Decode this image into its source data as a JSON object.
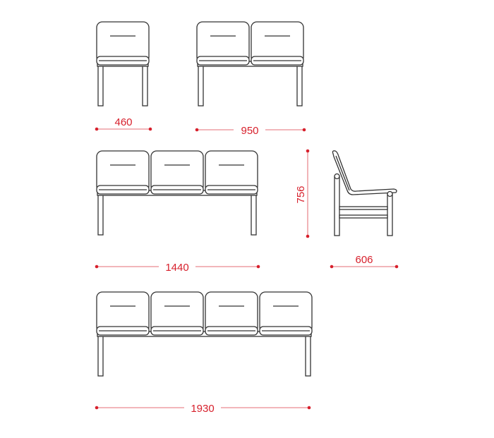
{
  "benches": [
    {
      "name": "single-seat",
      "seats": 1,
      "width_label": "460"
    },
    {
      "name": "two-seat",
      "seats": 2,
      "width_label": "950"
    },
    {
      "name": "three-seat",
      "seats": 3,
      "width_label": "1440"
    },
    {
      "name": "four-seat",
      "seats": 4,
      "width_label": "1930"
    }
  ],
  "side_view": {
    "height_label": "756",
    "depth_label": "606"
  },
  "colors": {
    "dimension": "#d7202c",
    "dimension_line": "#e98a90",
    "ink": "#333333"
  }
}
